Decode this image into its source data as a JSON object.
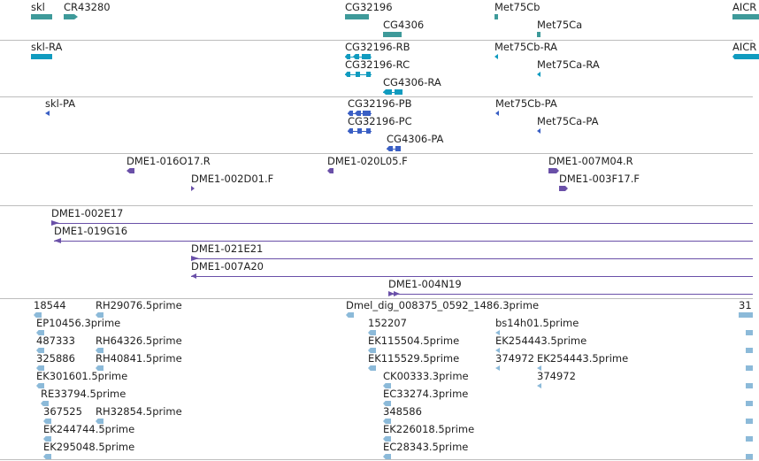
{
  "colors": {
    "gene": "#3e9a9a",
    "transcript": "#109bbf",
    "protein": "#3a5fc4",
    "clone": "#6a50a8",
    "est": "#8cbad9",
    "divider": "#bdbdbd"
  },
  "tracks": {
    "genes": {
      "labels": [
        "skl",
        "CR43280",
        "CG32196",
        "CG4306",
        "Met75Cb",
        "Met75Ca",
        "AICR"
      ]
    },
    "transcripts": {
      "labels": [
        "skl-RA",
        "CG32196-RB",
        "CG32196-RC",
        "CG4306-RA",
        "Met75Cb-RA",
        "Met75Ca-RA",
        "AICR"
      ]
    },
    "proteins": {
      "labels": [
        "skl-PA",
        "CG32196-PB",
        "CG32196-PC",
        "CG4306-PA",
        "Met75Cb-PA",
        "Met75Ca-PA"
      ]
    },
    "bac_ends": {
      "labels": [
        "DME1-016O17.R",
        "DME1-002D01.F",
        "DME1-020L05.F",
        "DME1-007M04.R",
        "DME1-003F17.F"
      ]
    },
    "bac_clones": {
      "labels": [
        "DME1-002E17",
        "DME1-019G16",
        "DME1-021E21",
        "DME1-007A20",
        "DME1-004N19"
      ]
    },
    "ests": {
      "labels": [
        "18544",
        "RH29076.5prime",
        "EP10456.3prime",
        "487333",
        "RH64326.5prime",
        "325886",
        "RH40841.5prime",
        "EK301601.5prime",
        "RE33794.5prime",
        "367525",
        "RH32854.5prime",
        "EK244744.5prime",
        "EK295048.5prime",
        "Dmel_dig_008375_0592_1486.3prime",
        "152207",
        "EK115504.5prime",
        "EK115529.5prime",
        "CK00333.3prime",
        "EC33274.3prime",
        "348586",
        "EK226018.5prime",
        "EC28343.5prime",
        "bs14h01.5prime",
        "EK254443.5prime",
        "374972",
        "EK254443.5prime",
        "374972",
        "31"
      ]
    }
  }
}
